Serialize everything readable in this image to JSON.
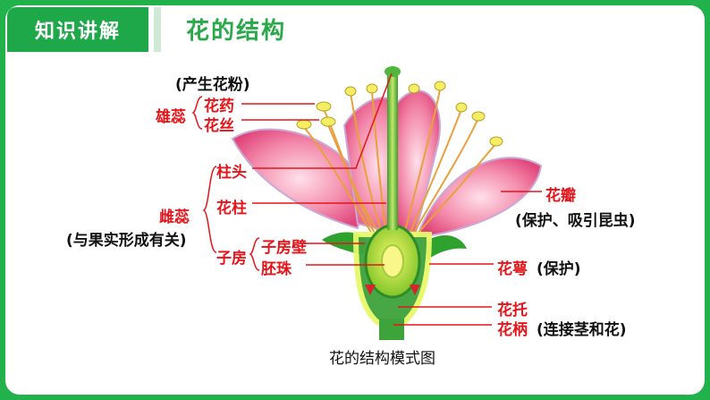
{
  "header": {
    "badge": "知识讲解",
    "topic": "花的结构"
  },
  "caption": "花的结构模式图",
  "labels": {
    "pollen_note": "(产生花粉)",
    "stamen": "雄蕊",
    "anther": "花药",
    "filament": "花丝",
    "stigma": "柱头",
    "pistil": "雌蕊",
    "pistil_note": "(与果实形成有关)",
    "style": "花柱",
    "ovary": "子房",
    "ovary_wall": "子房壁",
    "ovule": "胚珠",
    "petal": "花瓣",
    "petal_note": "(保护、吸引昆虫)",
    "sepal": "花萼",
    "sepal_note": "(保护)",
    "receptacle": "花托",
    "pedicel": "花柄",
    "pedicel_note": "(连接茎和花)"
  },
  "colors": {
    "accent_green": "#1fa84a",
    "label_red": "#e3151a",
    "petal_pink": "#f07aa0",
    "sepal_green": "#2fa12e"
  }
}
